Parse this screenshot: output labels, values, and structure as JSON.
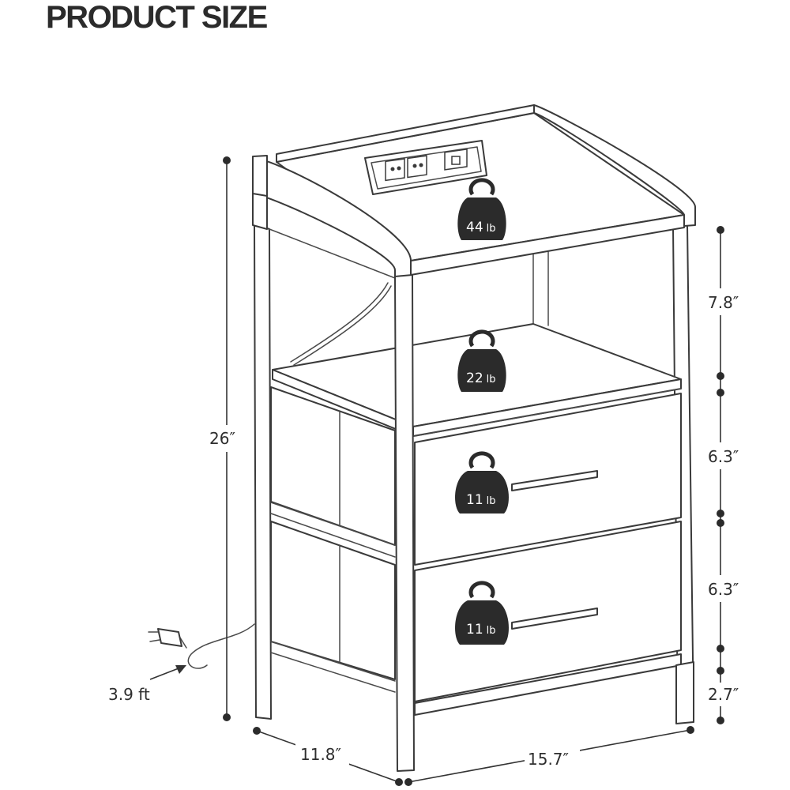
{
  "title": "PRODUCT SIZE",
  "dimensions": {
    "height_total": "26″",
    "shelf_top": "7.8″",
    "drawer_1": "6.3″",
    "drawer_2": "6.3″",
    "bottom_clearance": "2.7″",
    "depth": "11.8″",
    "width": "15.7″",
    "cord_length": "3.9 ft"
  },
  "load_capacity": {
    "top": {
      "value": "44",
      "unit": "lb"
    },
    "shelf": {
      "value": "22",
      "unit": "lb"
    },
    "drawer_1": {
      "value": "11",
      "unit": "lb"
    },
    "drawer_2": {
      "value": "11",
      "unit": "lb"
    }
  },
  "colors": {
    "outline": "#3a3a3a",
    "weight_badge": "#2b2b2b",
    "text": "#2e2e2e"
  },
  "icons": [
    "weight-icon",
    "power-outlet-icon",
    "usb-port-icon",
    "power-plug-icon",
    "arrow-icon"
  ]
}
